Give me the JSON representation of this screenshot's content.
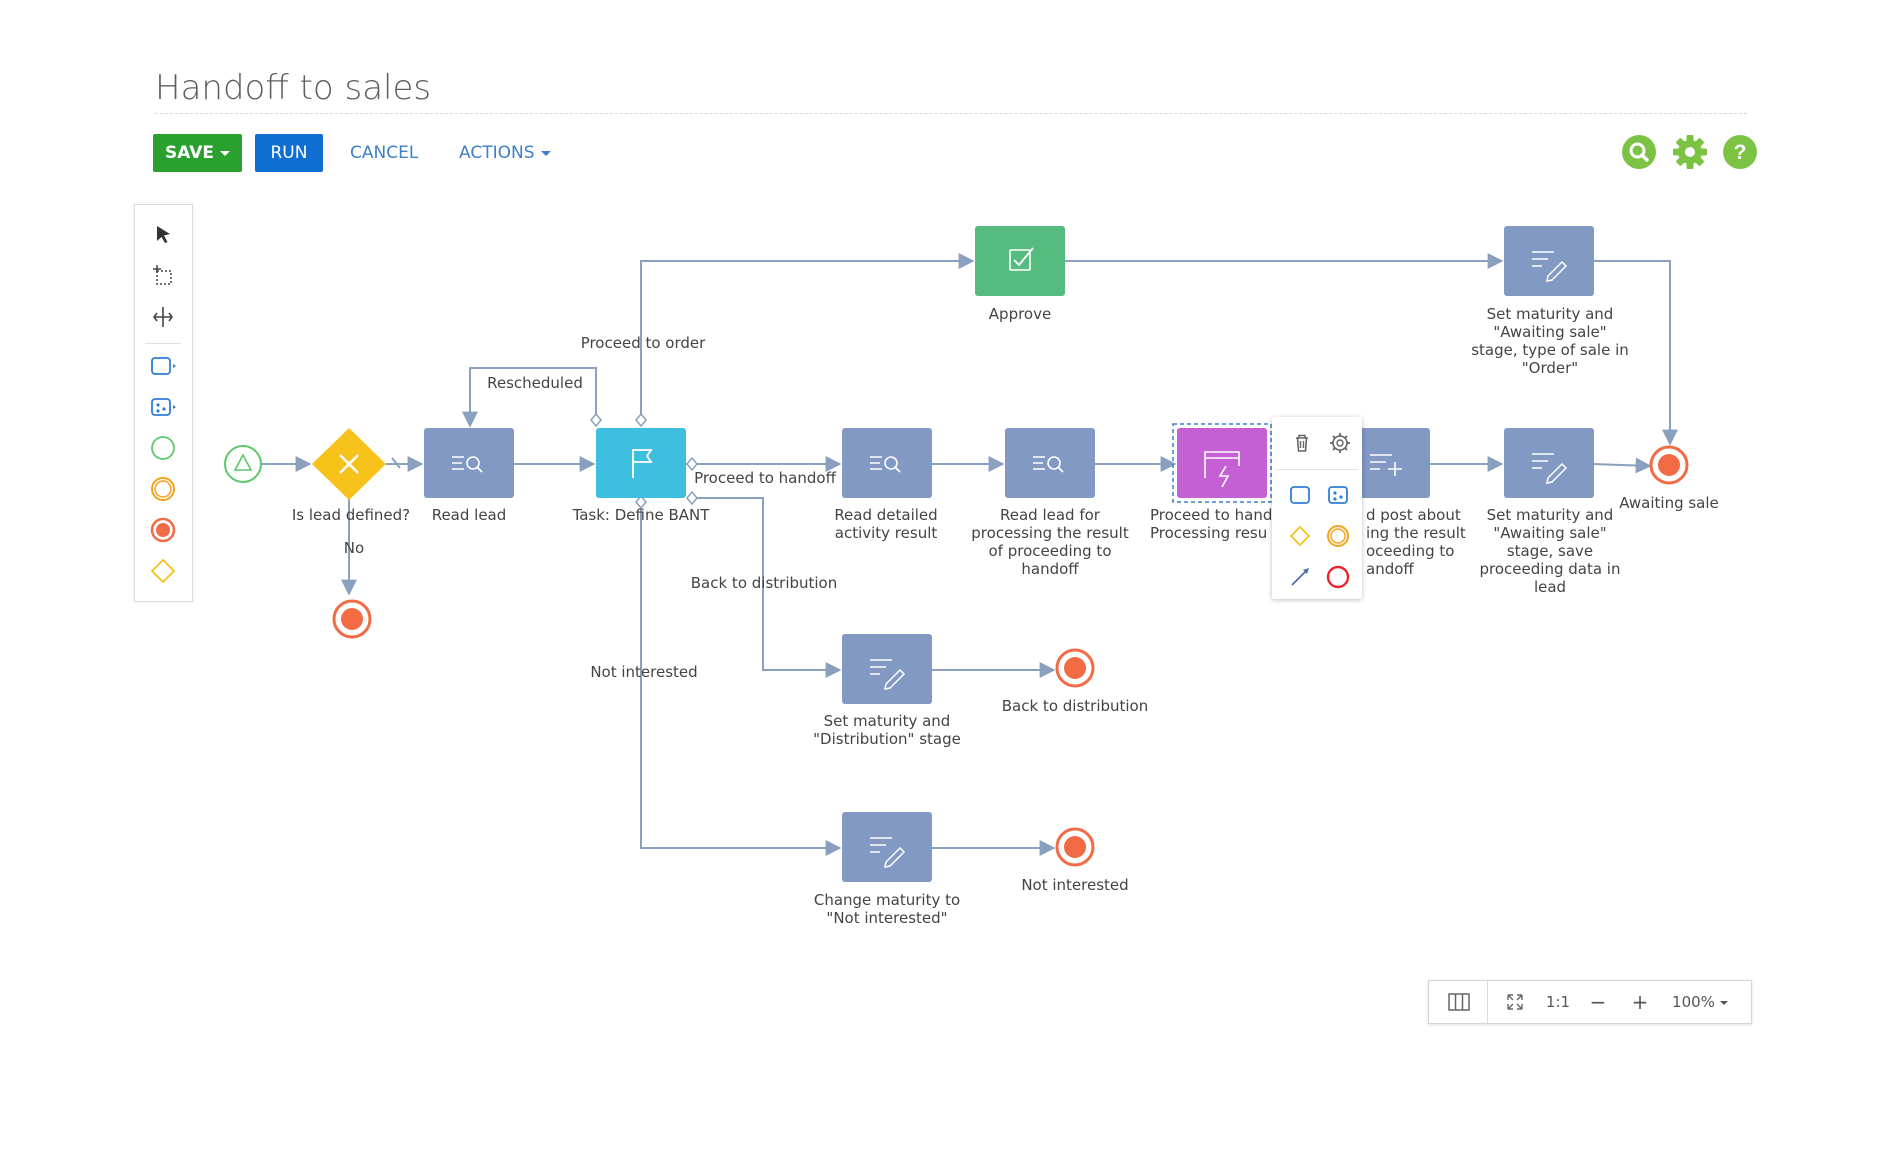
{
  "page": {
    "title": "Handoff to sales"
  },
  "toolbar": {
    "save_label": "SAVE",
    "run_label": "RUN",
    "cancel_label": "CANCEL",
    "actions_label": "ACTIONS",
    "right_icons": [
      "search-icon",
      "gear-icon",
      "help-icon"
    ]
  },
  "colors": {
    "save": "#2aa12f",
    "run": "#0e6fd1",
    "link": "#3d7fc9",
    "icon_green": "#7cc243",
    "task": "#8199c3",
    "approve": "#56bb7f",
    "bant": "#3fbfe0",
    "gateway": "#f7c21a",
    "end_event": "#f26b45",
    "start_event": "#5cc86a",
    "selected_task": "#c45fd4",
    "line": "#8aa0bf"
  },
  "palette": {
    "tools": [
      "pointer-icon",
      "lasso-select-icon",
      "space-tool-icon"
    ],
    "elements": [
      "task-rect-icon",
      "subprocess-icon",
      "start-event-icon",
      "intermediate-event-icon",
      "end-event-icon",
      "gateway-icon"
    ]
  },
  "diagram": {
    "nodes": [
      {
        "id": "start",
        "kind": "start-event",
        "label": ""
      },
      {
        "id": "gateway",
        "kind": "exclusive-gateway",
        "label": "Is lead defined?"
      },
      {
        "id": "end_no",
        "kind": "end-event",
        "label": ""
      },
      {
        "id": "read_lead",
        "kind": "read-task",
        "label": "Read lead"
      },
      {
        "id": "bant",
        "kind": "user-task",
        "label": "Task: Define BANT"
      },
      {
        "id": "approve",
        "kind": "approval-task",
        "label": "Approve"
      },
      {
        "id": "set_order",
        "kind": "modify-task",
        "label": "Set maturity and \"Awaiting sale\" stage, type of sale in \"Order\""
      },
      {
        "id": "read_activity",
        "kind": "read-task",
        "label": "Read detailed activity result"
      },
      {
        "id": "read_lead_proc",
        "kind": "read-task",
        "label": "Read lead for processing the result of proceeding to handoff"
      },
      {
        "id": "proceed_handoff",
        "kind": "script-task",
        "label": "Proceed to handoff. Processing result"
      },
      {
        "id": "add_post",
        "kind": "add-task",
        "label": "Add feed post about processing the result of proceeding to handoff"
      },
      {
        "id": "set_awaiting",
        "kind": "modify-task",
        "label": "Set maturity and \"Awaiting sale\" stage, save proceeding data in lead"
      },
      {
        "id": "end_awaiting",
        "kind": "end-event",
        "label": "Awaiting sale"
      },
      {
        "id": "set_distribution",
        "kind": "modify-task",
        "label": "Set maturity and \"Distribution\" stage"
      },
      {
        "id": "end_distribution",
        "kind": "end-event",
        "label": "Back to distribution"
      },
      {
        "id": "change_not_interested",
        "kind": "modify-task",
        "label": "Change maturity to \"Not interested\""
      },
      {
        "id": "end_not_interested",
        "kind": "end-event",
        "label": "Not interested"
      }
    ],
    "flow_labels": {
      "no": "No",
      "rescheduled": "Rescheduled",
      "proceed_to_order": "Proceed to order",
      "proceed_to_handoff": "Proceed to handoff",
      "back_to_distribution": "Back to distribution",
      "not_interested": "Not interested"
    },
    "visible_labels": {
      "proceed_handoff": "Proceed to hando\nProcessing resu",
      "add_post": "d post about\ning the result\noceeding to\nandoff"
    }
  },
  "context_menu": {
    "actions": [
      "trash-icon",
      "gear-icon"
    ],
    "shapes": [
      "task-rect-icon",
      "subprocess-icon",
      "gateway-icon",
      "intermediate-event-icon",
      "connector-icon",
      "end-event-icon"
    ]
  },
  "zoom": {
    "fit_label": "1:1",
    "level": "100%"
  }
}
